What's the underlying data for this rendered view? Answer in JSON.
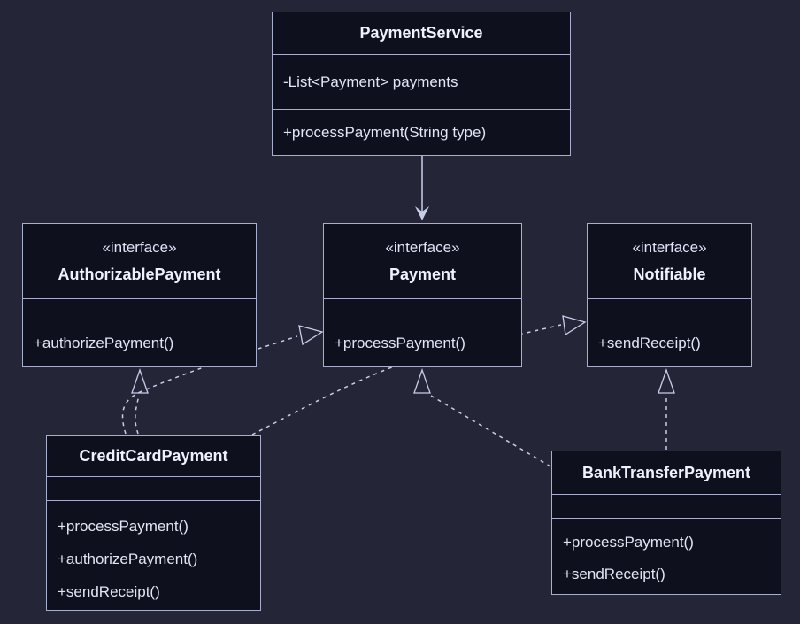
{
  "diagram": {
    "type": "uml-class-diagram",
    "nodes": {
      "paymentService": {
        "name": "PaymentService",
        "attributes": [
          "-List<Payment> payments"
        ],
        "methods": [
          "+processPayment(String type)"
        ]
      },
      "authorizablePayment": {
        "stereotype": "«interface»",
        "name": "AuthorizablePayment",
        "attributes": [],
        "methods": [
          "+authorizePayment()"
        ]
      },
      "payment": {
        "stereotype": "«interface»",
        "name": "Payment",
        "attributes": [],
        "methods": [
          "+processPayment()"
        ]
      },
      "notifiable": {
        "stereotype": "«interface»",
        "name": "Notifiable",
        "attributes": [],
        "methods": [
          "+sendReceipt()"
        ]
      },
      "creditCardPayment": {
        "name": "CreditCardPayment",
        "attributes": [],
        "methods": [
          "+processPayment()",
          "+authorizePayment()",
          "+sendReceipt()"
        ]
      },
      "bankTransferPayment": {
        "name": "BankTransferPayment",
        "attributes": [],
        "methods": [
          "+processPayment()",
          "+sendReceipt()"
        ]
      }
    },
    "edges": [
      {
        "from": "PaymentService",
        "to": "Payment",
        "style": "solid",
        "arrowhead": "open-vee",
        "relation": "association"
      },
      {
        "from": "CreditCardPayment",
        "to": "AuthorizablePayment",
        "style": "dashed",
        "arrowhead": "hollow-triangle",
        "relation": "realization"
      },
      {
        "from": "CreditCardPayment",
        "to": "Payment",
        "style": "dashed",
        "arrowhead": "hollow-triangle",
        "relation": "realization"
      },
      {
        "from": "CreditCardPayment",
        "to": "Notifiable",
        "style": "dashed",
        "arrowhead": "hollow-triangle",
        "relation": "realization"
      },
      {
        "from": "BankTransferPayment",
        "to": "Payment",
        "style": "dashed",
        "arrowhead": "hollow-triangle",
        "relation": "realization"
      },
      {
        "from": "BankTransferPayment",
        "to": "Notifiable",
        "style": "dashed",
        "arrowhead": "hollow-triangle",
        "relation": "realization"
      }
    ],
    "colors": {
      "background": "#242638",
      "node_fill": "#0e101d",
      "node_border": "#a9aecd",
      "text": "#e2e5f5",
      "title_text": "#f1f0fe",
      "edge": "#c8cdea"
    }
  }
}
